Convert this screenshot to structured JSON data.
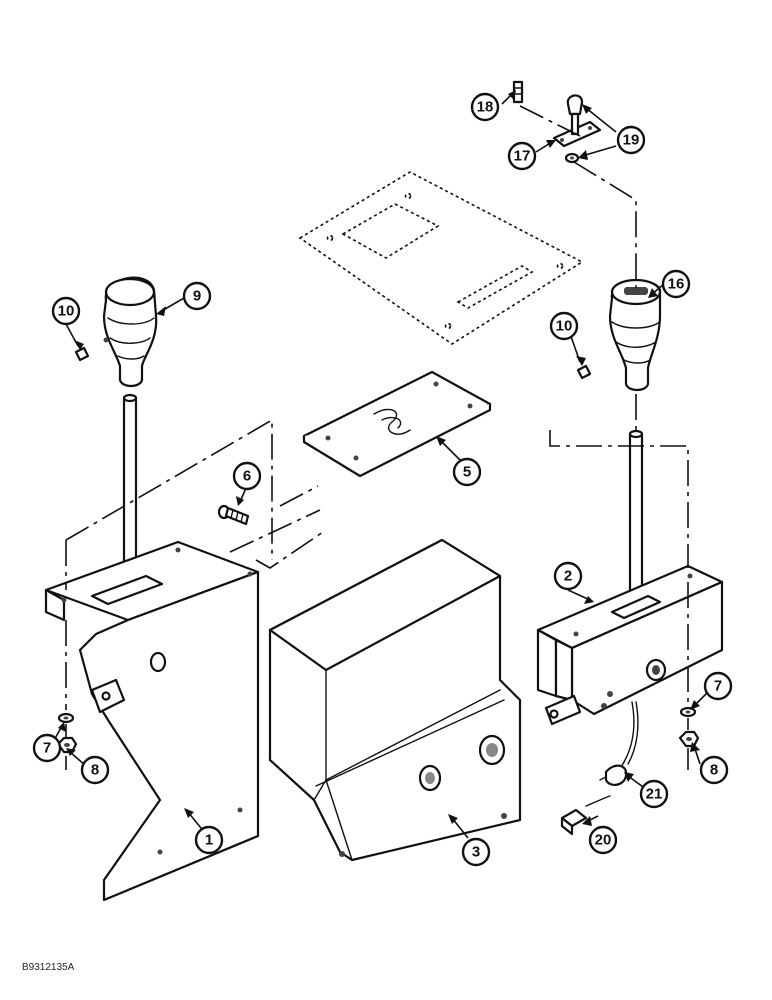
{
  "figure_code": "B9312135A",
  "callouts": [
    "1",
    "2",
    "3",
    "5",
    "6",
    "7",
    "7",
    "8",
    "8",
    "9",
    "10",
    "10",
    "16",
    "17",
    "18",
    "19",
    "20",
    "21"
  ]
}
